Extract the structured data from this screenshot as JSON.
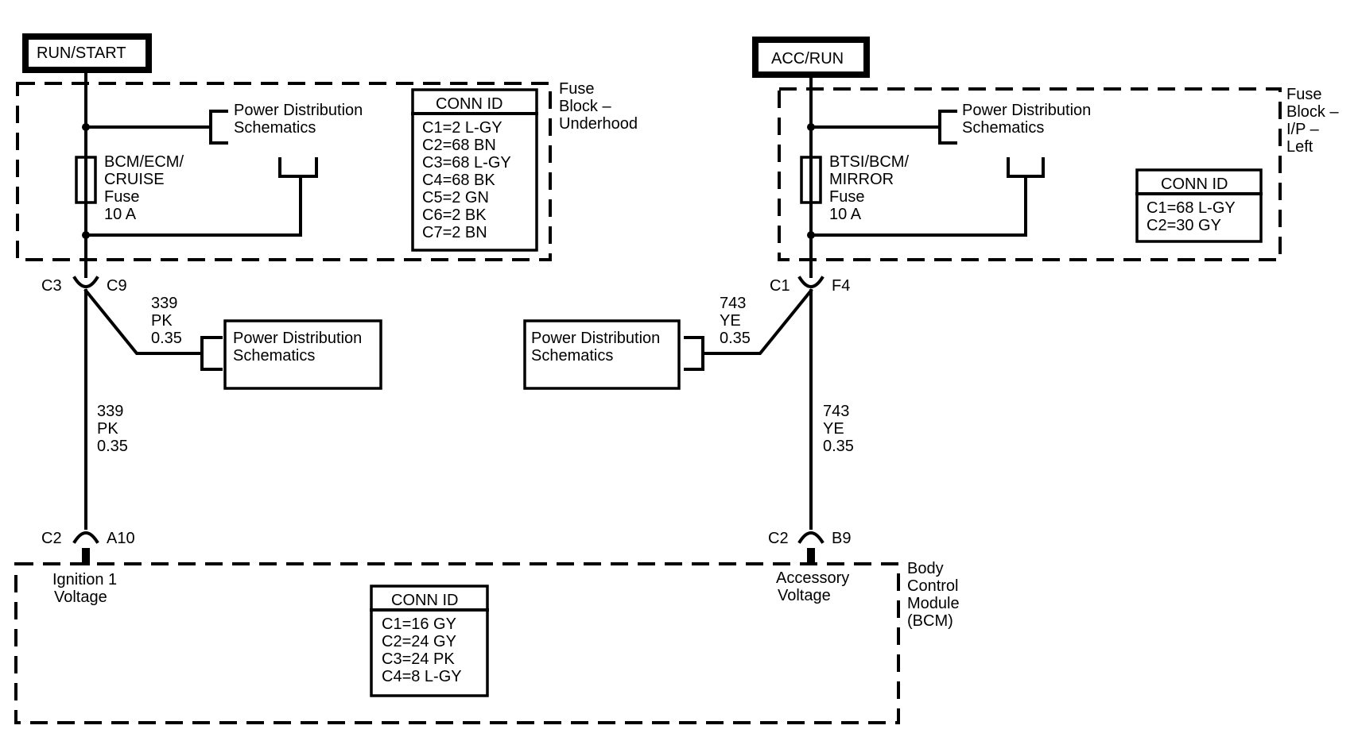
{
  "power_labels": {
    "run_start": "RUN/START",
    "acc_run": "ACC/RUN"
  },
  "fuse_block_underhood": {
    "label": [
      "Fuse",
      "Block –",
      "Underhood"
    ],
    "fuse": [
      "BCM/ECM/",
      "CRUISE",
      "Fuse",
      "10 A"
    ],
    "power_dist": [
      "Power Distribution",
      "Schematics"
    ],
    "conn_id": {
      "title": "CONN ID",
      "rows": [
        "C1=2 L-GY",
        "C2=68 BN",
        "C3=68 L-GY",
        "C4=68 BK",
        "C5=2 GN",
        "C6=2 BK",
        "C7=2 BN"
      ]
    }
  },
  "fuse_block_ip": {
    "label": [
      "Fuse",
      "Block –",
      "I/P –",
      "Left"
    ],
    "fuse": [
      "BTSI/BCM/",
      "MIRROR",
      "Fuse",
      "10 A"
    ],
    "power_dist": [
      "Power Distribution",
      "Schematics"
    ],
    "conn_id": {
      "title": "CONN ID",
      "rows": [
        "C1=68 L-GY",
        "C2=30 GY"
      ]
    }
  },
  "left_circuit": {
    "conn_top": [
      "C3",
      "C9"
    ],
    "splice_wire": [
      "339",
      "PK",
      "0.35"
    ],
    "main_wire": [
      "339",
      "PK",
      "0.35"
    ],
    "power_dist": [
      "Power Distribution",
      "Schematics"
    ],
    "conn_bottom": [
      "C2",
      "A10"
    ],
    "bcm_input": [
      "Ignition 1",
      "Voltage"
    ]
  },
  "right_circuit": {
    "conn_top": [
      "C1",
      "F4"
    ],
    "splice_wire": [
      "743",
      "YE",
      "0.35"
    ],
    "main_wire": [
      "743",
      "YE",
      "0.35"
    ],
    "power_dist": [
      "Power Distribution",
      "Schematics"
    ],
    "conn_bottom": [
      "C2",
      "B9"
    ],
    "bcm_input": [
      "Accessory",
      "Voltage"
    ]
  },
  "bcm": {
    "label": [
      "Body",
      "Control",
      "Module",
      "(BCM)"
    ],
    "conn_id": {
      "title": "CONN ID",
      "rows": [
        "C1=16 GY",
        "C2=24 GY",
        "C3=24 PK",
        "C4=8 L-GY"
      ]
    }
  }
}
